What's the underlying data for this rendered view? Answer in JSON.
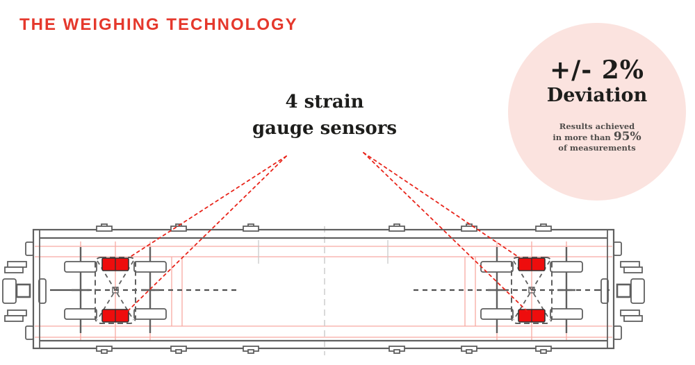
{
  "title": "THE WEIGHING TECHNOLOGY",
  "sensor_label": {
    "line1": "4 strain",
    "line2": "gauge sensors"
  },
  "badge": {
    "value": "+/- 2%",
    "label": "Deviation",
    "note_line1": "Results achieved",
    "note_line2_text": "in more than ",
    "note_line2_highlight": "95%",
    "note_line3": "of measurements"
  },
  "diagram": {
    "description": "Top view technical drawing of a freight wagon with two bogies and four strain gauge sensors",
    "sensor_count": 4,
    "sensors": [
      {
        "id": 1,
        "bogie": "left",
        "position": "top"
      },
      {
        "id": 2,
        "bogie": "left",
        "position": "bottom"
      },
      {
        "id": 3,
        "bogie": "right",
        "position": "top"
      },
      {
        "id": 4,
        "bogie": "right",
        "position": "bottom"
      }
    ]
  },
  "colors": {
    "title-red": "#e5382c",
    "annotation-red": "#e8241a",
    "sensor-red": "#ee0d0d",
    "construction-pink": "#f7a9a2",
    "drawing-gray": "#5f5f5f",
    "light-gray": "#c9c9c9",
    "badge-bg": "#fbe3df",
    "text-dark": "#1d1d1b",
    "badge-note": "#4f4c4a"
  }
}
